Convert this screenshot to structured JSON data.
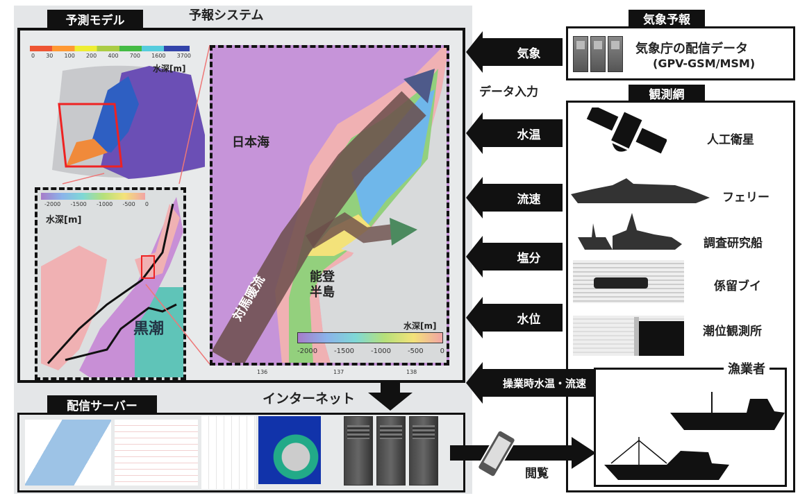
{
  "system_title": "予報システム",
  "model": {
    "label": "予測モデル",
    "overview_colorbar": {
      "ticks": [
        "0",
        "30",
        "100",
        "200",
        "400",
        "700",
        "1600",
        "3700"
      ],
      "unit": "水深[m]"
    },
    "regional_colorbar": {
      "ticks": [
        "-2000",
        "-1500",
        "-1000",
        "-500",
        "0"
      ],
      "unit": "水深[m]"
    },
    "regional_current_label": "黒潮",
    "detail_map": {
      "sea_label": "日本海",
      "peninsula_label": "能登\n半島",
      "current_label": "対馬暖流",
      "colorbar": {
        "ticks": [
          "-2000",
          "-1500",
          "-1000",
          "-500",
          "0"
        ],
        "unit": "水深[m]"
      },
      "lon_ticks": [
        "136",
        "137",
        "138"
      ]
    }
  },
  "inputs": {
    "caption": "データ入力",
    "arrows": [
      "気象",
      "水温",
      "流速",
      "塩分",
      "水位",
      "操業時水温・流速"
    ]
  },
  "weather": {
    "label": "気象予報",
    "text_line1": "気象庁の配信データ",
    "text_line2": "(GPV-GSM/MSM)"
  },
  "observation": {
    "label": "観測網",
    "items": [
      "人工衛星",
      "フェリー",
      "調査研究船",
      "係留ブイ",
      "潮位観測所"
    ]
  },
  "fishermen": {
    "label": "漁業者"
  },
  "distribution": {
    "label": "配信サーバー",
    "internet": "インターネット",
    "browse": "閲覧"
  }
}
